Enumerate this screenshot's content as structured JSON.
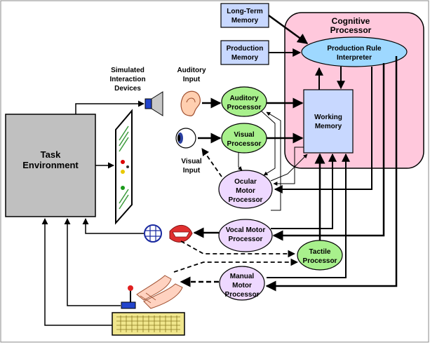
{
  "task_environment": {
    "line1": "Task",
    "line2": "Environment"
  },
  "simulated_devices": {
    "line1": "Simulated",
    "line2": "Interaction",
    "line3": "Devices"
  },
  "auditory_input": {
    "line1": "Auditory",
    "line2": "Input"
  },
  "visual_input": {
    "line1": "Visual",
    "line2": "Input"
  },
  "long_term_memory": {
    "line1": "Long-Term",
    "line2": "Memory"
  },
  "production_memory": {
    "line1": "Production",
    "line2": "Memory"
  },
  "cognitive_processor": {
    "line1": "Cognitive",
    "line2": "Processor"
  },
  "production_rule_interpreter": {
    "line1": "Production Rule",
    "line2": "Interpreter"
  },
  "working_memory": {
    "line1": "Working",
    "line2": "Memory"
  },
  "auditory_processor": {
    "line1": "Auditory",
    "line2": "Processor"
  },
  "visual_processor": {
    "line1": "Visual",
    "line2": "Processor"
  },
  "ocular_motor_processor": {
    "line1": "Ocular",
    "line2": "Motor",
    "line3": "Processor"
  },
  "vocal_motor_processor": {
    "line1": "Vocal Motor",
    "line2": "Processor"
  },
  "tactile_processor": {
    "line1": "Tactile",
    "line2": "Processor"
  },
  "manual_motor_processor": {
    "line1": "Manual",
    "line2": "Motor",
    "line3": "Processor"
  },
  "colors": {
    "cognitive_bg": "#ffc8dc",
    "memory_box": "#c8d8ff",
    "green_processor": "#a8f08c",
    "motor_processor": "#eed8ff",
    "task_env": "#c0c0c0",
    "interpreter": "#9ed8ff"
  }
}
